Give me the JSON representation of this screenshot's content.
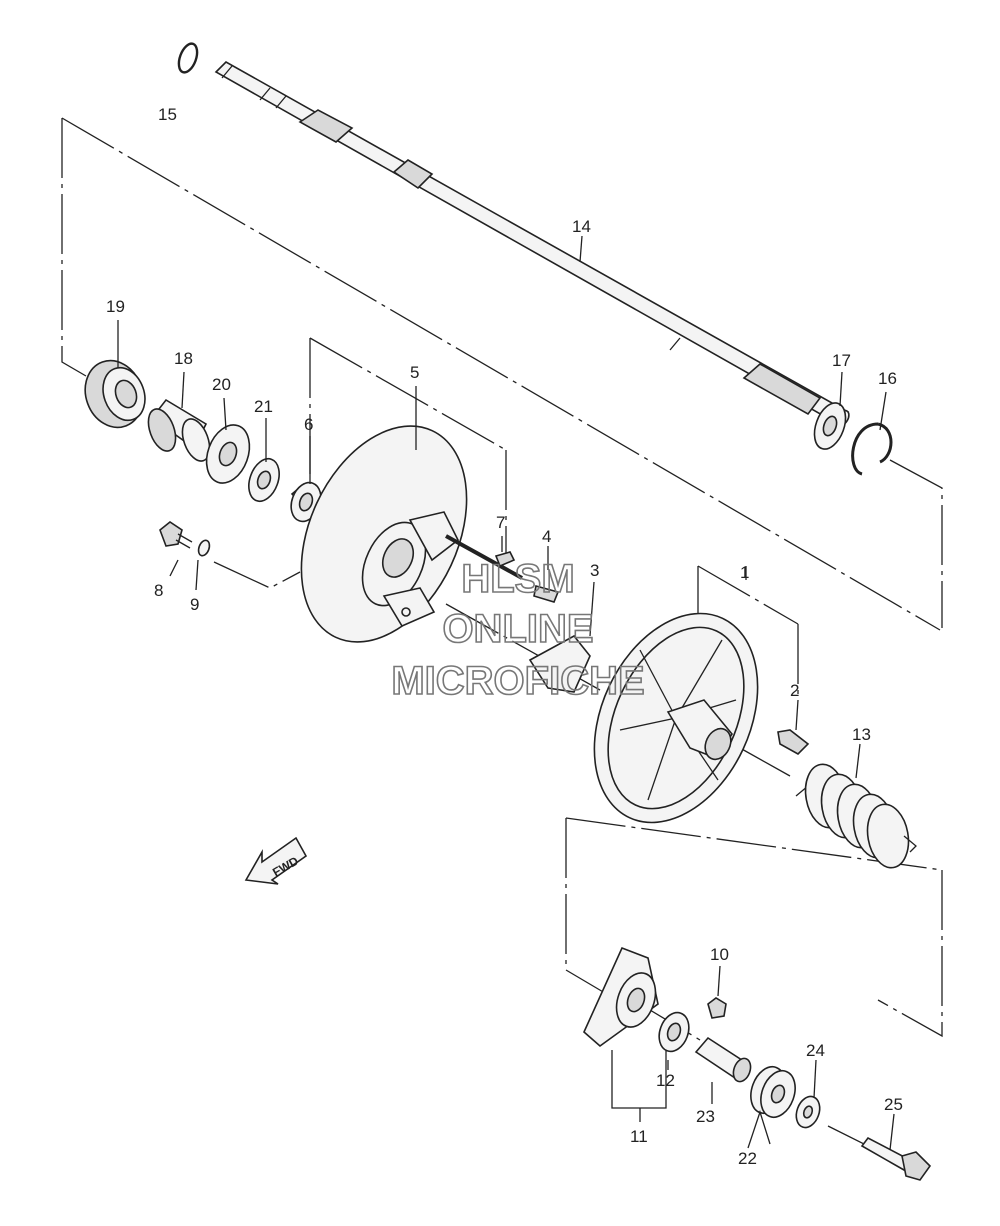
{
  "labels": {
    "p1": "1",
    "p2": "2",
    "p3": "3",
    "p4": "4",
    "p5": "5",
    "p6": "6",
    "p7": "7",
    "p8": "8",
    "p9": "9",
    "p10": "10",
    "p11": "11",
    "p12": "12",
    "p13": "13",
    "p14": "14",
    "p15": "15",
    "p16": "16",
    "p17": "17",
    "p18": "18",
    "p19": "19",
    "p20": "20",
    "p21": "21",
    "p22": "22",
    "p23": "23",
    "p24": "24",
    "p25": "25"
  },
  "fwd": "FWD",
  "watermark": {
    "line1": "HLSM",
    "line2": "ONLINE",
    "line3": "MICROFICHE"
  }
}
